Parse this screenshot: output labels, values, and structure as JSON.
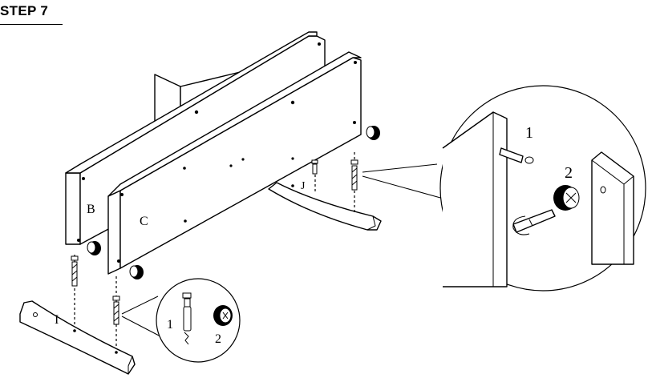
{
  "step": {
    "title": "STEP 7"
  },
  "parts": {
    "panel_back": "B",
    "panel_front": "C",
    "foot_left": "I",
    "foot_right": "J"
  },
  "callout_small": {
    "label_bolt": "1",
    "label_cam": "2"
  },
  "callout_large": {
    "label_bolt": "1",
    "label_cam": "2"
  }
}
